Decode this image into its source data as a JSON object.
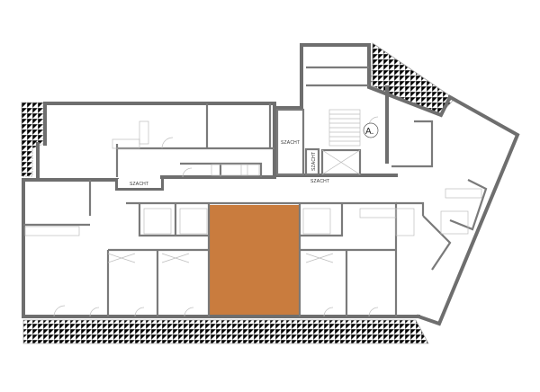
{
  "plan": {
    "highlight_color": "#c97c3e",
    "wall_color": "#6e6e6e",
    "labels": {
      "shaft_top": "SZACHT",
      "shaft_left": "SZACHT",
      "shaft_right": "SZACHT",
      "shaft_vertical": "SZACHT",
      "stair_marker": "A."
    }
  }
}
